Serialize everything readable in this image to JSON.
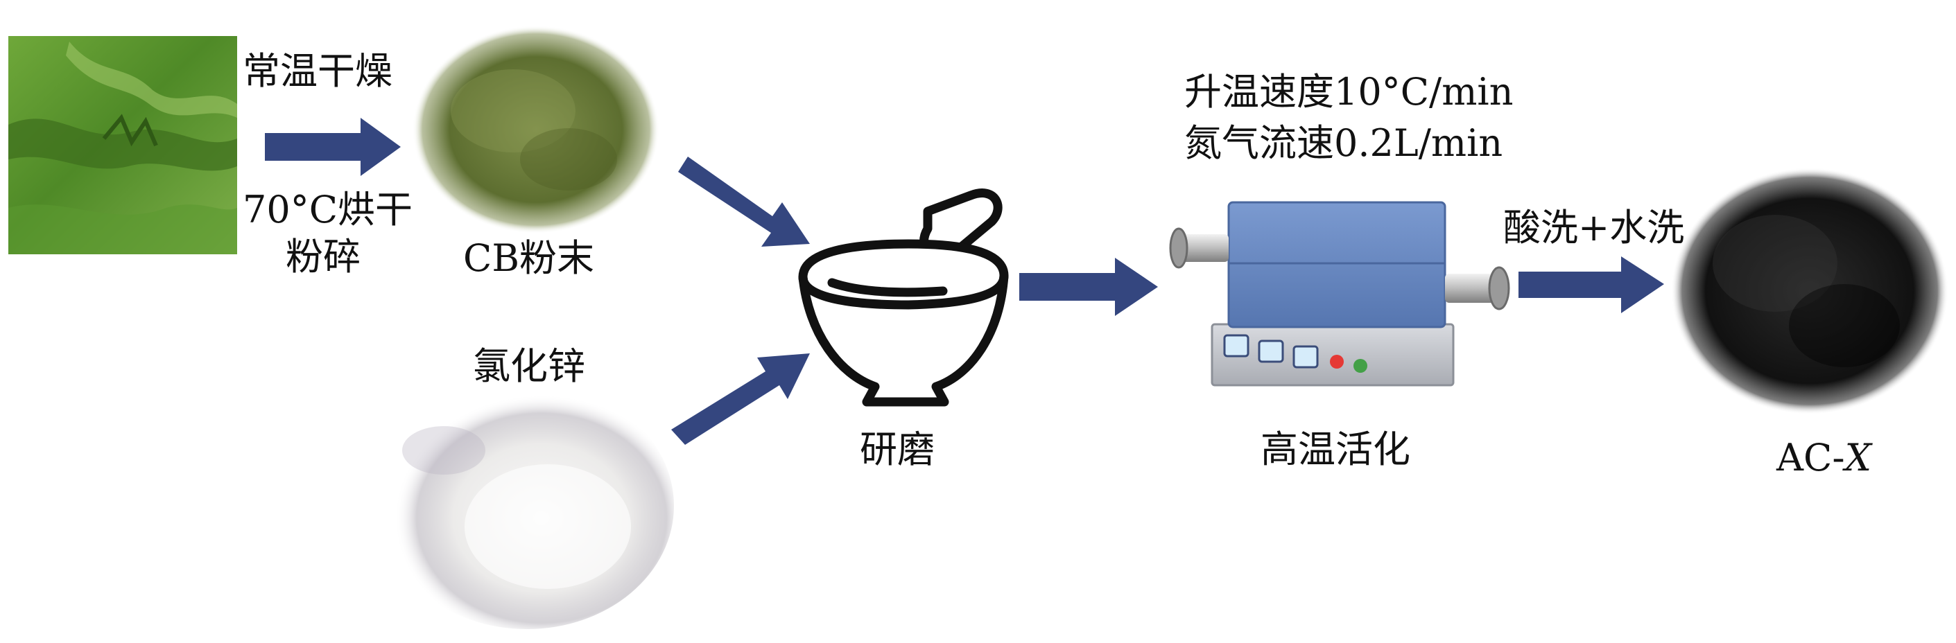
{
  "steps": {
    "dry": {
      "line1": "常温干燥",
      "line2": "70°C烘干",
      "line3": "粉碎"
    },
    "cb_powder": {
      "label": "CB粉末"
    },
    "zinc_chloride": {
      "label": "氯化锌"
    },
    "grinding": {
      "label": "研磨"
    },
    "activation": {
      "condition1": "升温速度10°C/min",
      "condition2": "氮气流速0.2L/min",
      "label": "高温活化"
    },
    "washing": {
      "label": "酸洗+水洗"
    },
    "product": {
      "prefix": "AC-",
      "variable": "X"
    }
  },
  "colors": {
    "arrow": "#34467f",
    "algae": "#5e8f2d",
    "powder": "#6f7f3e",
    "furnace": "#5b7cb4",
    "carbon": "#1a1a1a"
  },
  "icons": {
    "algae_photo": "green-algae-image",
    "cb_powder_photo": "green-powder-image",
    "zncl2_photo": "white-powder-image",
    "mortar": "mortar-pestle-icon",
    "furnace": "tube-furnace-icon",
    "carbon_photo": "activated-carbon-image"
  }
}
